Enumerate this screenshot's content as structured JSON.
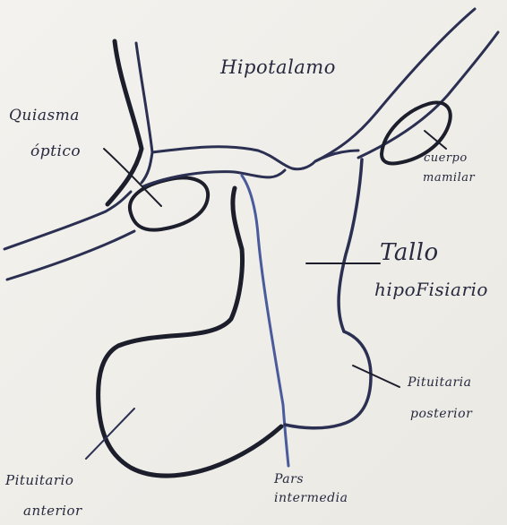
{
  "labels": {
    "hipotalamo": "Hipotalamo",
    "quiasma_optico": [
      "Quiasma",
      "óptico"
    ],
    "cuerpo_mamilar": [
      "cuerpo",
      "mamilar"
    ],
    "tallo_hipofisiario": [
      "Tallo",
      "hipoFisiario"
    ],
    "pituitaria_posterior": [
      "Pituitaria",
      "posterior"
    ],
    "pituitario_anterior": [
      "Pituitario",
      "anterior"
    ],
    "pars_intermedia": [
      "Pars",
      "intermedia"
    ]
  },
  "colors": {
    "ink": "#2b3052",
    "ink_dark": "#1c1e2c",
    "ink_blue": "#4a5b9c",
    "paper": "#f1efea"
  }
}
